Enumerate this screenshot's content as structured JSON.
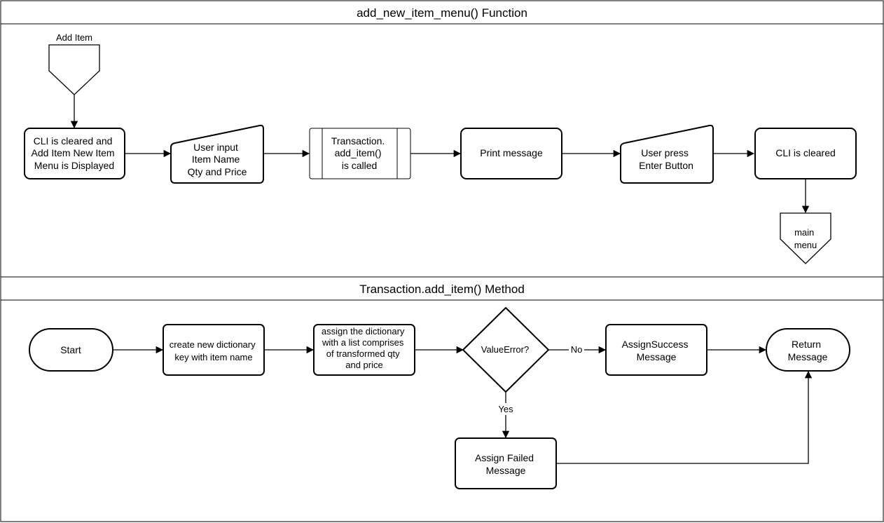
{
  "swimlanes": {
    "top_title": "add_new_item_menu() Function",
    "bottom_title": "Transaction.add_item() Method"
  },
  "top_flow": {
    "entry_label": "Add Item",
    "cli_cleared_lines": [
      "CLI is cleared and",
      "Add Item New Item",
      "Menu is Displayed"
    ],
    "user_input_lines": [
      "User input",
      "Item Name",
      "Qty and Price"
    ],
    "subprocess_lines": [
      "Transaction.",
      "add_item()",
      "is called"
    ],
    "print_message": "Print message",
    "user_press_lines": [
      "User press",
      "Enter Button"
    ],
    "cli_cleared_final": "CLI is cleared",
    "exit_lines": [
      "main",
      "menu"
    ]
  },
  "bottom_flow": {
    "start": "Start",
    "create_dict_lines": [
      "create new dictionary",
      "key with item name"
    ],
    "assign_dict_lines": [
      "assign the dictionary",
      "with a list comprises",
      "of transformed qty",
      "and price"
    ],
    "decision": "ValueError?",
    "no_label": "No",
    "yes_label": "Yes",
    "success_lines": [
      "AssignSuccess",
      "Message"
    ],
    "return_lines": [
      "Return",
      "Message"
    ],
    "failed_lines": [
      "Assign Failed",
      "Message"
    ]
  }
}
